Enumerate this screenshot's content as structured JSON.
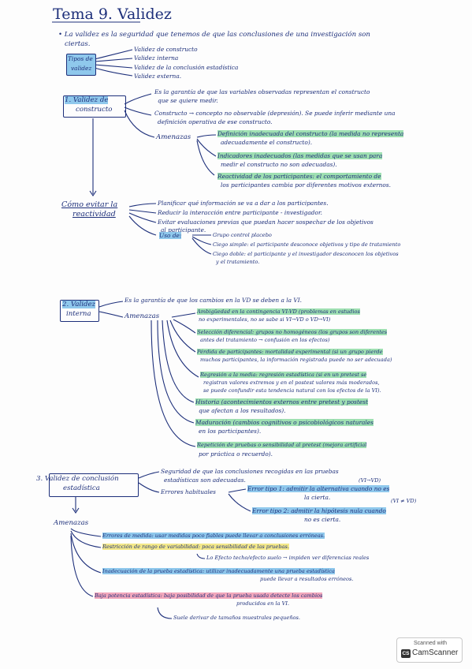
{
  "title": "Tema 9. Validez",
  "intro": {
    "line1": "• La validez es la seguridad que tenemos de que las conclusiones de una investigación son",
    "line2": "ciertas."
  },
  "tipos": {
    "label1": "Tipos de",
    "label2": "validez",
    "items": [
      "Validez de constructo",
      "Validez interna",
      "Validez de la conclusión estadística",
      "Validez externa."
    ]
  },
  "constructo": {
    "label1": "1. Validez de",
    "label2": "constructo",
    "def1": "Es la garantía de que las variables observadas representan el constructo",
    "def2": "que se quiere medir.",
    "c1": "Constructo → concepto no observable (depresión). Se puede inferir mediante una",
    "c2": "definición operativa de ese constructo.",
    "amenazas": "Amenazas",
    "a1_1": "Definición inadecuada del constructo (la medida no representa",
    "a1_2": "adecuadamente el constructo).",
    "a2_1": "Indicadores inadecuados (las medidas que se usan para",
    "a2_2": "medir el constructo no son adecuadas).",
    "a3_1": "Reactividad de los participantes: el comportamiento de",
    "a3_2": "los participantes cambia por diferentes motivos externos."
  },
  "reactividad": {
    "label1": "Cómo evitar la",
    "label2": "reactividad",
    "r1": "Planificar qué información se va a dar a los participantes.",
    "r2": "Reducir la interacción entre participante - investigador.",
    "r3_1": "Evitar evaluaciones previas que puedan hacer sospechar de los objetivos",
    "r3_2": "al participante.",
    "uso": "Uso de:",
    "u1": "Grupo control placebo",
    "u2": "Ciego simple: el participante desconoce objetivos y tipo de tratamiento",
    "u3_1": "Ciego doble: el participante y el investigador desconocen los objetivos",
    "u3_2": "y el tratamiento."
  },
  "interna": {
    "label1": "2. Validez",
    "label2": "interna",
    "def": "Es la garantía de que los cambios en la VD se deben a la VI.",
    "amenazas": "Amenazas",
    "t1_1": "Ambigüedad en la contingencia VI-VD (problemas en estudios",
    "t1_2": "no experimentales, no se sabe si VI→VD o VD→VI)",
    "t2_1": "Selección diferencial: grupos no homogéneos (los grupos son diferentes",
    "t2_2": "antes del tratamiento → confusión en los efectos)",
    "t3_1": "Pérdida de participantes: mortalidad experimental (si un grupo pierde",
    "t3_2": "muchos participantes, la información registrada puede no ser adecuada)",
    "t4_1": "Regresión a la media: regresión estadística (si en un pretest se",
    "t4_2": "registran valores extremos y en el postest valores más moderados,",
    "t4_3": "se puede confundir esta tendencia natural con los efectos de la VI).",
    "t5_1": "Historia (acontecimientos externos entre pretest y postest",
    "t5_2": "que afectan a los resultados).",
    "t6_1": "Maduración (cambios cognitivos o psicobiológicos naturales",
    "t6_2": "en los participantes).",
    "t7_1": "Repetición de pruebas o sensibilidad al pretest (mejora artificial",
    "t7_2": "por práctica o recuerdo)."
  },
  "estadistica": {
    "label1": "3. Validez de conclusión",
    "label2": "estadística",
    "def1": "Seguridad de que las conclusiones recogidas en las pruebas",
    "def2": "estadísticas son adecuadas.",
    "errores": "Errores habituales",
    "e1_1": "Error tipo 1: admitir la alternativa cuando no es",
    "e1_2": "la cierta.",
    "e1_note": "(VI→VD)",
    "e2_1": "Error tipo 2: admitir la hipótesis nula cuando",
    "e2_2": "no es cierta.",
    "e2_note": "(VI ≠ VD)",
    "amenazas": "Amenazas",
    "m1": "Errores de medida: usar medidas poco fiables puede llevar a conclusiones erróneas.",
    "m2": "Restricción de rango de variabilidad: poca sensibilidad de las pruebas.",
    "m3": "Lo Efecto techo/efecto suelo → impiden ver diferencias reales",
    "m4_1": "Inadecuación de la prueba estadística: utilizar inadecuadamente una prueba estadística",
    "m4_2": "puede llevar a resultados erróneos.",
    "m5_1": "Baja potencia estadística: baja posibilidad de que la prueba usada detecte los cambios",
    "m5_2": "producidos en la VI.",
    "m6": "Suele derivar de tamaños muestrales pequeños."
  },
  "badge": {
    "scanned": "Scanned with",
    "cs": "CS",
    "brand": "CamScanner"
  }
}
